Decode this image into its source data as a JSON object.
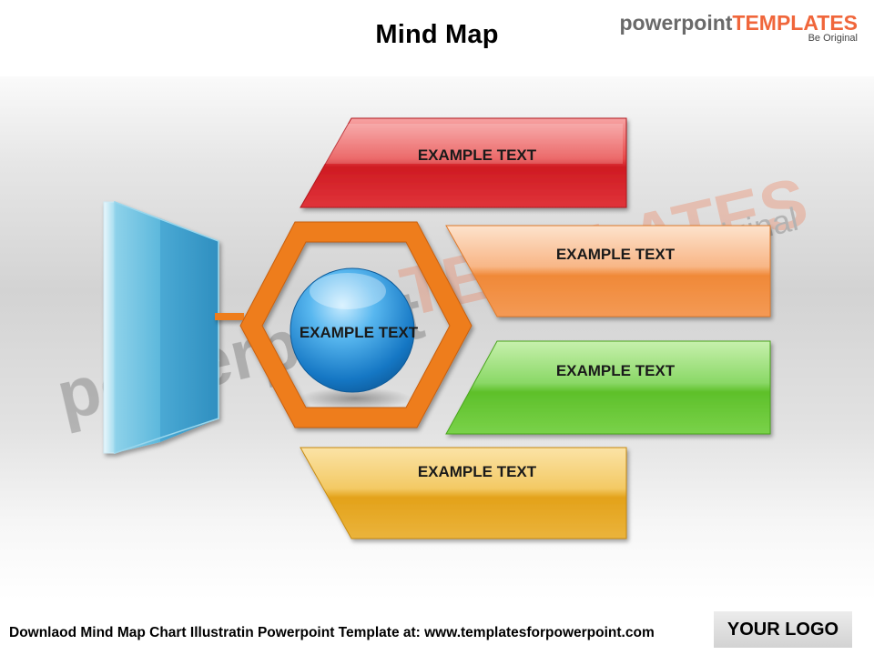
{
  "slide": {
    "title": "Mind Map",
    "brand": {
      "name_part1": "powerpoint",
      "name_part2": "TEMPLATES",
      "tagline": "Be Original"
    },
    "watermark": {
      "line1": "powerpoint",
      "line2": "TEMPLATES",
      "tagline": "Be Original"
    },
    "footer_text": "Downlaod Mind Map Chart Illustratin Powerpoint Template at: www.templatesforpowerpoint.com",
    "logo_text": "YOUR LOGO"
  },
  "diagram": {
    "center_label": "EXAMPLE TEXT",
    "branches": [
      {
        "label": "EXAMPLE TEXT",
        "color": "#e0232b"
      },
      {
        "label": "EXAMPLE TEXT",
        "color": "#f2883c"
      },
      {
        "label": "EXAMPLE TEXT",
        "color": "#68c433"
      },
      {
        "label": "EXAMPLE TEXT",
        "color": "#e8a61e"
      }
    ],
    "colors": {
      "hexagon": "#ee7d1e",
      "sphere": "#1f8fdc",
      "door": "#7ccbe6"
    }
  }
}
